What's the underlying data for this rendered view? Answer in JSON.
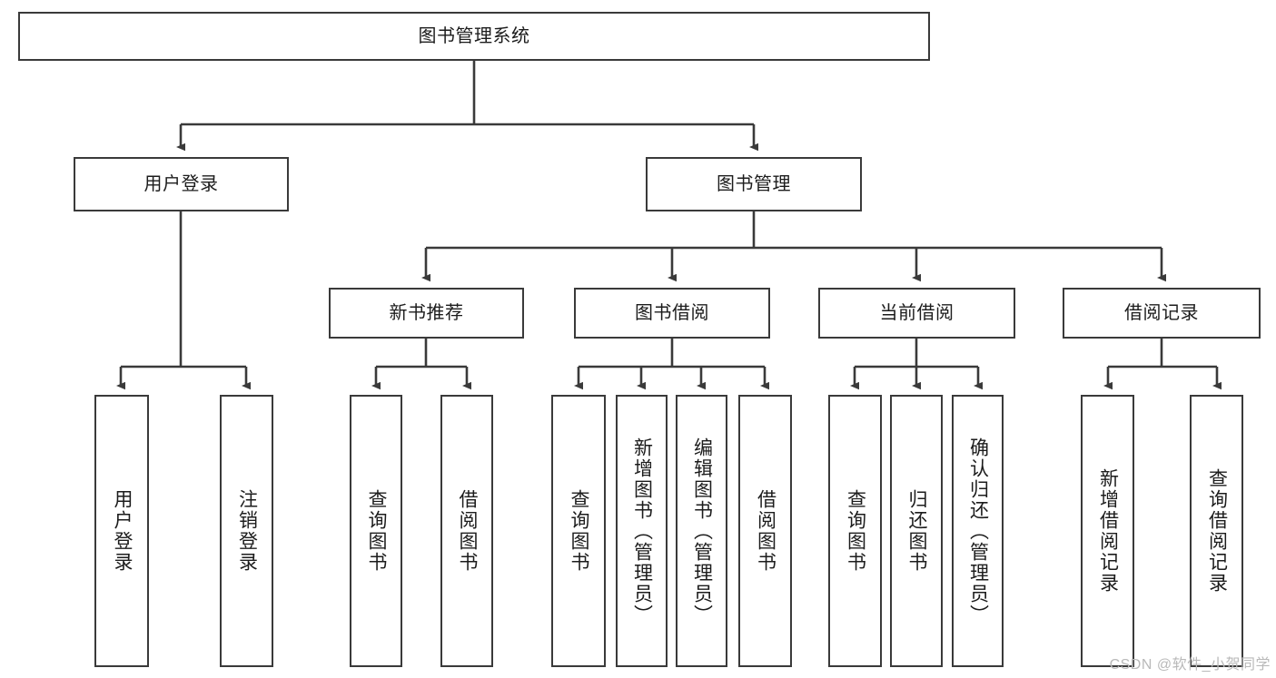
{
  "diagram": {
    "title": "图书管理系统",
    "type": "tree-hierarchy",
    "watermark": "CSDN @软件_小贺同学",
    "colors": {
      "node_border": "#3a3a3a",
      "node_fill": "#ffffff",
      "edge": "#3a3a3a",
      "text": "#1c1c1c",
      "watermark": "#b9b9b9",
      "background": "#ffffff"
    },
    "root": {
      "label": "图书管理系统"
    },
    "level2": [
      {
        "label": "用户登录"
      },
      {
        "label": "图书管理"
      }
    ],
    "level3": [
      {
        "label": "新书推荐"
      },
      {
        "label": "图书借阅"
      },
      {
        "label": "当前借阅"
      },
      {
        "label": "借阅记录"
      }
    ],
    "leaves_user_login": [
      {
        "label": "用户登录"
      },
      {
        "label": "注销登录"
      }
    ],
    "leaves_new_book": [
      {
        "label": "查询图书"
      },
      {
        "label": "借阅图书"
      }
    ],
    "leaves_borrow": [
      {
        "label": "查询图书"
      },
      {
        "label": "新增图书（管理员）"
      },
      {
        "label": "编辑图书（管理员）"
      },
      {
        "label": "借阅图书"
      }
    ],
    "leaves_current": [
      {
        "label": "查询图书"
      },
      {
        "label": "归还图书"
      },
      {
        "label": "确认归还（管理员）"
      }
    ],
    "leaves_record": [
      {
        "label": "新增借阅记录"
      },
      {
        "label": "查询借阅记录"
      }
    ]
  }
}
